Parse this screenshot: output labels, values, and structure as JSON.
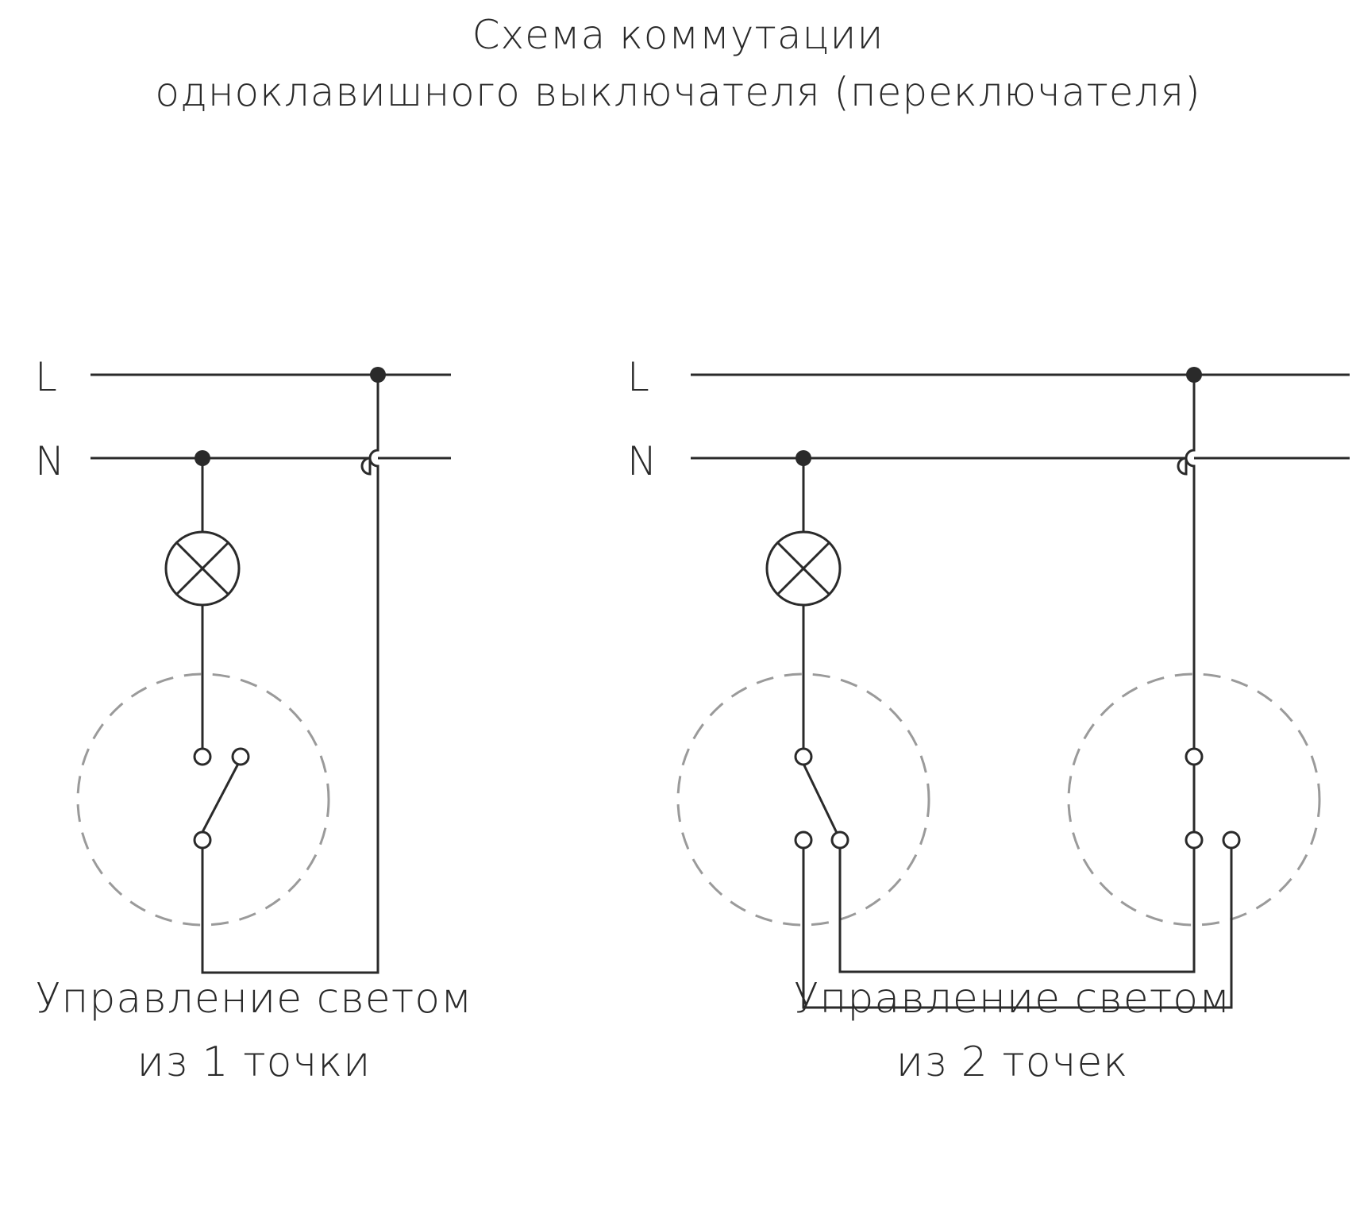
{
  "title": {
    "line1": "Схема коммутации",
    "line2": "одноклавишного выключателя (переключателя)"
  },
  "lines": {
    "phase": "L",
    "neutral": "N"
  },
  "left_diagram": {
    "caption_line1": "Управление светом",
    "caption_line2": "из 1 точки"
  },
  "right_diagram": {
    "caption_line1": "Управление светом",
    "caption_line2": "из 2 точек"
  },
  "colors": {
    "wire": "#2a2a2a",
    "dashed_outline": "#9a9a9a",
    "background": "#ffffff"
  }
}
